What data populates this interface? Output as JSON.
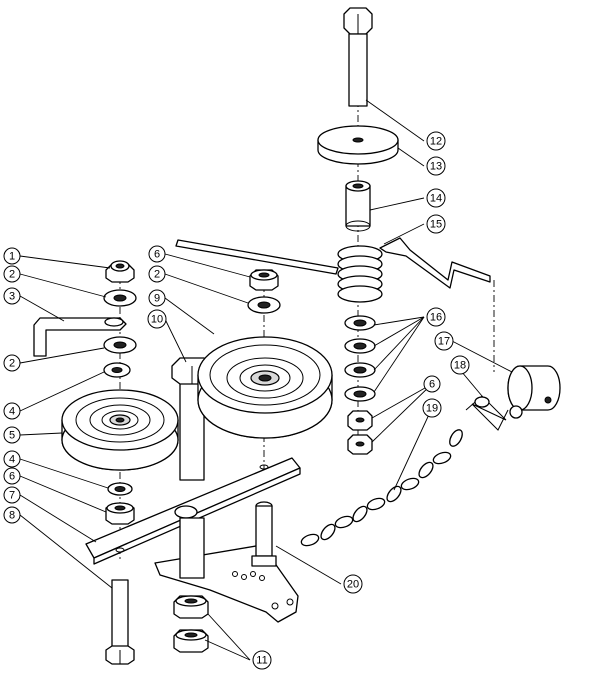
{
  "callouts": [
    {
      "id": "c1",
      "label": "1"
    },
    {
      "id": "c2a",
      "label": "2"
    },
    {
      "id": "c3",
      "label": "3"
    },
    {
      "id": "c2b",
      "label": "2"
    },
    {
      "id": "c4a",
      "label": "4"
    },
    {
      "id": "c5",
      "label": "5"
    },
    {
      "id": "c4b",
      "label": "4"
    },
    {
      "id": "c6a",
      "label": "6"
    },
    {
      "id": "c7",
      "label": "7"
    },
    {
      "id": "c8",
      "label": "8"
    },
    {
      "id": "c6b",
      "label": "6"
    },
    {
      "id": "c2c",
      "label": "2"
    },
    {
      "id": "c9",
      "label": "9"
    },
    {
      "id": "c10",
      "label": "10"
    },
    {
      "id": "c11",
      "label": "11"
    },
    {
      "id": "c12",
      "label": "12"
    },
    {
      "id": "c13",
      "label": "13"
    },
    {
      "id": "c14",
      "label": "14"
    },
    {
      "id": "c15",
      "label": "15"
    },
    {
      "id": "c16",
      "label": "16"
    },
    {
      "id": "c17",
      "label": "17"
    },
    {
      "id": "c6c",
      "label": "6"
    },
    {
      "id": "c18",
      "label": "18"
    },
    {
      "id": "c19",
      "label": "19"
    },
    {
      "id": "c20",
      "label": "20"
    }
  ]
}
